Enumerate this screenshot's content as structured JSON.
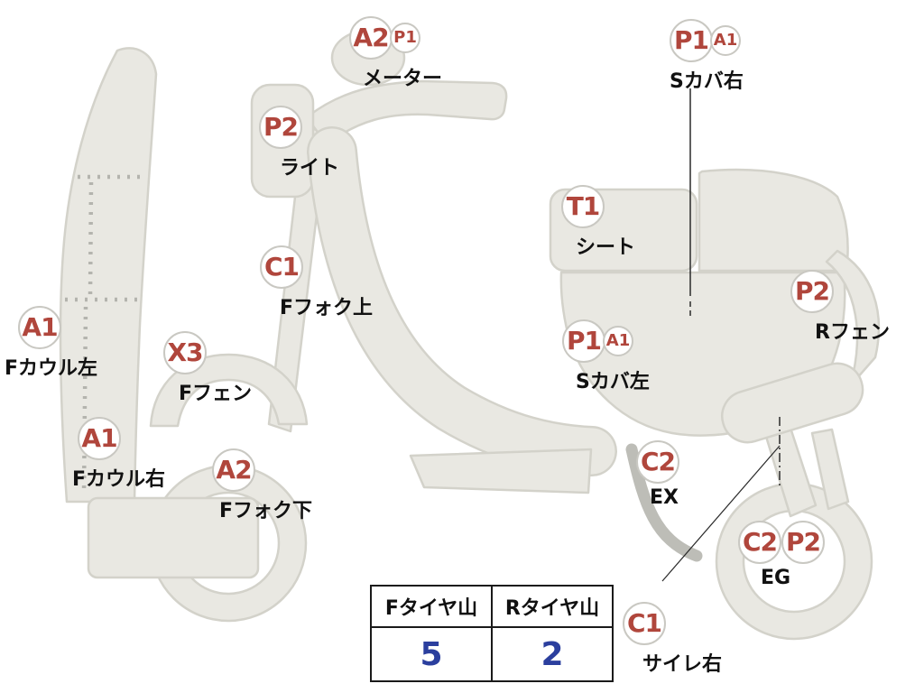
{
  "markers": [
    {
      "code": "A2",
      "sub": "P1",
      "label": "メーター"
    },
    {
      "code": "P2",
      "label": "ライト"
    },
    {
      "code": "P1",
      "sub": "A1",
      "label": "Sカバ右"
    },
    {
      "code": "T1",
      "label": "シート"
    },
    {
      "code": "C1",
      "label": "Fフォク上"
    },
    {
      "code": "A1",
      "label": "Fカウル左"
    },
    {
      "code": "X3",
      "label": "Fフェン"
    },
    {
      "code": "P1",
      "sub": "A1",
      "label": "Sカバ左"
    },
    {
      "code": "P2",
      "label": "Rフェン"
    },
    {
      "code": "A1",
      "label": "Fカウル右"
    },
    {
      "code": "A2",
      "label": "Fフォク下"
    },
    {
      "code": "C2",
      "label": "EX"
    },
    {
      "code": "C2",
      "code2": "P2",
      "label": "EG"
    },
    {
      "code": "C1",
      "label": "サイレ右"
    }
  ],
  "tire_table": {
    "front_header": "Fタイヤ山",
    "rear_header": "Rタイヤ山",
    "front_value": "5",
    "rear_value": "2"
  },
  "colors": {
    "marker_code": "#b0463c",
    "tire_value": "#2b3f9e",
    "diagram_fill": "#e9e8e2",
    "diagram_outline": "#d3d2ca"
  }
}
